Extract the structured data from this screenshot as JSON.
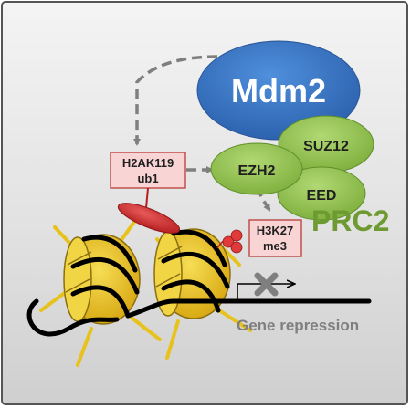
{
  "labels": {
    "mdm2": "Mdm2",
    "suz12": "SUZ12",
    "ezh2": "EZH2",
    "eed": "EED",
    "prc2": "PRC2",
    "h2a_line1": "H2AK119",
    "h2a_line2": "ub1",
    "h3_line1": "H3K27",
    "h3_line2": "me3",
    "gene_repression": "Gene repression"
  },
  "colors": {
    "mdm2": "#2f6bbf",
    "prc2_subunits": "#8cc04a",
    "prc2_text": "#6e9a32",
    "histone_mark_box": "#f9d4d4",
    "ubiquitin": "#d42d2d",
    "methyl": "#e03a3a",
    "nucleosome": "#e8c21c",
    "dna": "#000000",
    "arrow_dashed": "#7f7f7f",
    "repression_x": "#7f7f7f",
    "gene_repression_text": "#7f7f7f"
  },
  "icons": {
    "repression_mark": "cross-icon",
    "tss_arrow": "bent-arrow-icon"
  }
}
